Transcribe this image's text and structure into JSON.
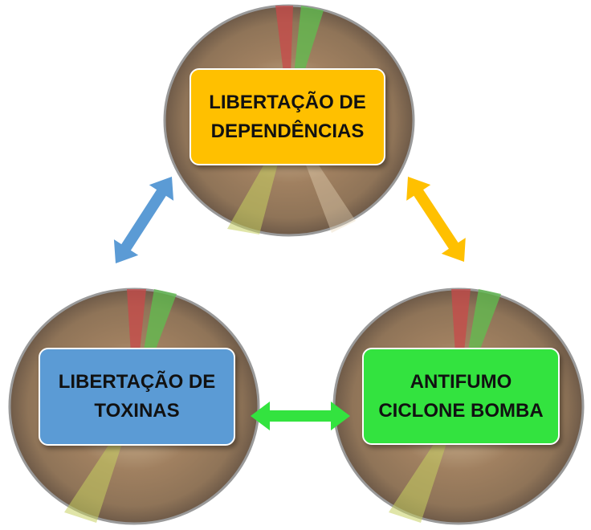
{
  "nodes": {
    "top": {
      "label": "LIBERTAÇÃO DE\nDEPENDÊNCIAS",
      "color": "#ffc000"
    },
    "left": {
      "label": "LIBERTAÇÃO DE\nTOXINAS",
      "color": "#5b9bd5"
    },
    "right": {
      "label": "ANTIFUMO\nCICLONE BOMBA",
      "color": "#33e33f"
    }
  },
  "connectors": [
    {
      "from": "top",
      "to": "left",
      "color": "#5b9bd5"
    },
    {
      "from": "top",
      "to": "right",
      "color": "#ffc000"
    },
    {
      "from": "left",
      "to": "right",
      "color": "#33e33f"
    }
  ]
}
